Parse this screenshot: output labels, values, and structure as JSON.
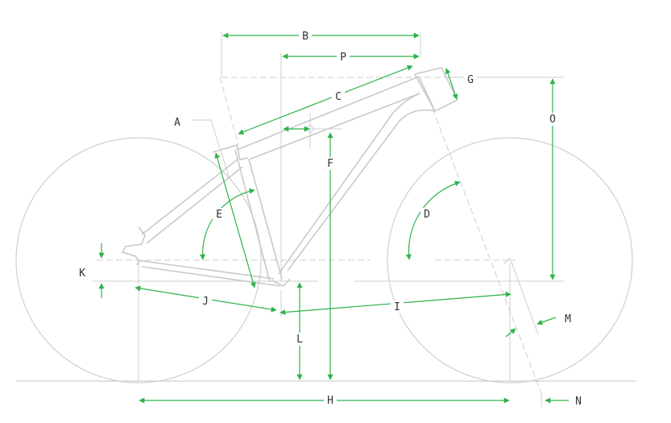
{
  "labels": {
    "A": "A",
    "B": "B",
    "C": "C",
    "D": "D",
    "E": "E",
    "F": "F",
    "G": "G",
    "H": "H",
    "I": "I",
    "J": "J",
    "K": "K",
    "L": "L",
    "M": "M",
    "N": "N",
    "O": "O",
    "P": "P"
  },
  "colors": {
    "dimension": "#2db34a",
    "frame": "#c9c9c9",
    "text": "#333333"
  }
}
